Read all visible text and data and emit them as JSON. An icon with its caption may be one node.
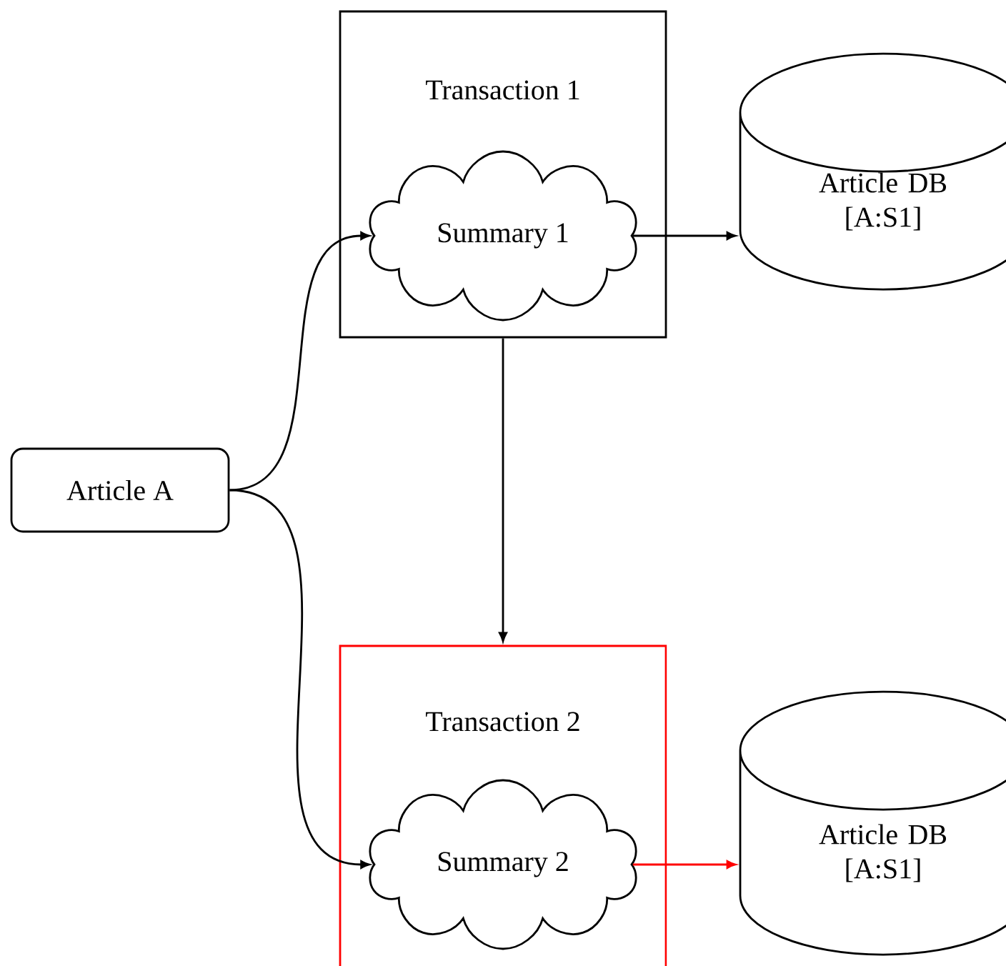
{
  "diagram": {
    "nodes": [
      {
        "text": [
          "Article A"
        ]
      },
      {
        "text": [
          "Transaction 1"
        ]
      },
      {
        "text": [
          "Summary 1"
        ],
        "in": 1
      },
      {
        "text": [
          "Article DB [A:S1]"
        ]
      },
      {
        "text": [
          "Transaction 2"
        ]
      },
      {
        "text": [
          "Summary 2"
        ],
        "in": 4
      },
      {
        "text": [
          "Article DB [A:S1]"
        ]
      }
    ],
    "edges": [
      {
        "from": 0,
        "to": 2,
        "arrow": "to"
      },
      {
        "from": 2,
        "to": 3,
        "arrow": "to"
      },
      {
        "from": 1,
        "to": 4,
        "arrow": "to"
      },
      {
        "from": 0,
        "to": 5,
        "arrow": "to"
      },
      {
        "from": 5,
        "to": 6,
        "arrow": "to",
        "color": "#ff0000"
      }
    ]
  }
}
